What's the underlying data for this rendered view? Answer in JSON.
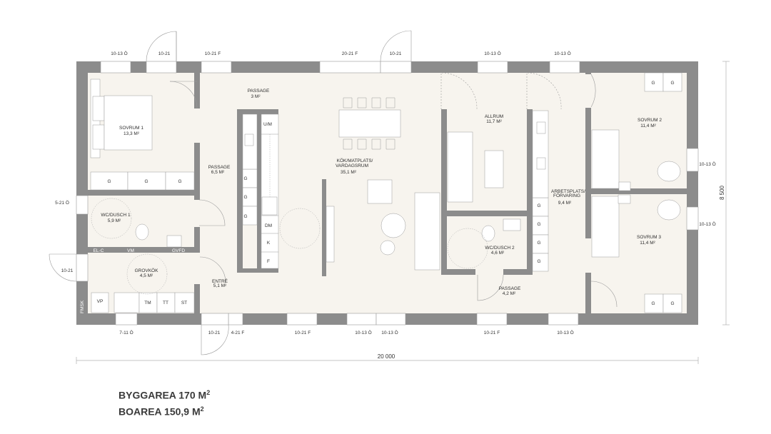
{
  "colors": {
    "wall": "#8c8c8c",
    "floor": "#f7f4ee",
    "furniture": "#ffffff",
    "line": "#9a9a9a",
    "text": "#333333"
  },
  "rooms": [
    {
      "name": "SOVRUM 1",
      "area": "13,3 M²"
    },
    {
      "name": "PASSAGE",
      "area": "3 M²"
    },
    {
      "name": "PASSAGE",
      "area": "6,5 M²"
    },
    {
      "name": "KÖK/MATPLATS/",
      "name2": "VARDAGSRUM",
      "area": "35,1 M²"
    },
    {
      "name": "ALLRUM",
      "area": "11,7 M²"
    },
    {
      "name": "SOVRUM 2",
      "area": "11,4 M²"
    },
    {
      "name": "ARBETSPLATS/",
      "name2": "FÖRVARING",
      "area": "9,4 M²"
    },
    {
      "name": "WC/DUSCH 1",
      "area": "5,9 M²"
    },
    {
      "name": "GROVKÖK",
      "area": "4,5 M²"
    },
    {
      "name": "ENTRÉ",
      "area": "5,1 M²"
    },
    {
      "name": "WC/DUSCH 2",
      "area": "4,6 M²"
    },
    {
      "name": "PASSAGE",
      "area": "4,2 M²"
    },
    {
      "name": "SOVRUM 3",
      "area": "11,4 M²"
    }
  ],
  "openings_top": [
    "10-13 Ö",
    "10-21",
    "10-21 F",
    "20-21 F",
    "10-21",
    "10-13 Ö",
    "10-13 Ö"
  ],
  "openings_bottom": [
    "7-11 Ö",
    "10-21",
    "4-21 F",
    "10-21 F",
    "10-13 Ö",
    "10-13 Ö",
    "10-21 F",
    "10-13 Ö"
  ],
  "openings_left": [
    "5-21 Ö",
    "10-21"
  ],
  "openings_right": [
    "10-13 Ö",
    "10-13 Ö"
  ],
  "fixtures": {
    "wardrobe": "G",
    "um": "U/M",
    "dm": "DM",
    "k": "K",
    "f": "F",
    "elc": "EL-C",
    "vm": "VM",
    "gvfd": "GVFD",
    "vp": "VP",
    "tm": "TM",
    "tt": "TT",
    "st": "ST",
    "fmsk": "FMSK"
  },
  "dimensions": {
    "width": "20 000",
    "depth": "8 500"
  },
  "summary": {
    "byggarea_label": "BYGGAREA 170 M",
    "boarea_label": "BOAREA 150,9 M",
    "sup": "2"
  }
}
